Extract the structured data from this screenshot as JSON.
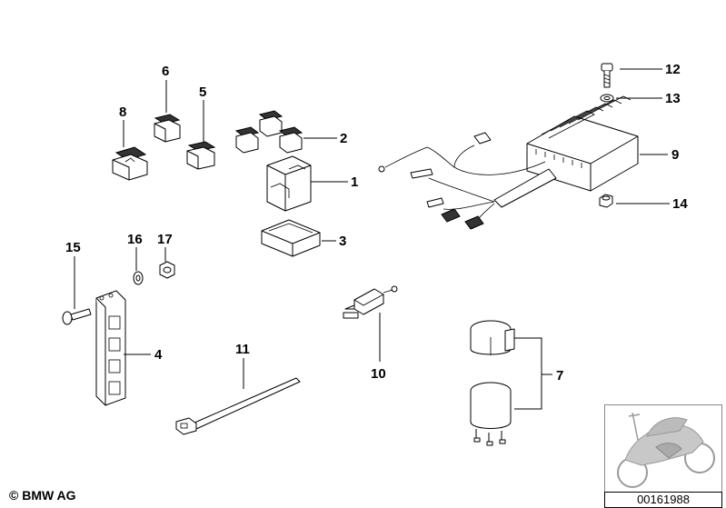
{
  "copyright": "© BMW AG",
  "diagram_id": "00161988",
  "callouts": {
    "c1": "1",
    "c2": "2",
    "c3": "3",
    "c4": "4",
    "c5": "5",
    "c6": "6",
    "c7": "7",
    "c8": "8",
    "c9": "9",
    "c10": "10",
    "c11": "11",
    "c12": "12",
    "c13": "13",
    "c14": "14",
    "c15": "15",
    "c16": "16",
    "c17": "17"
  }
}
